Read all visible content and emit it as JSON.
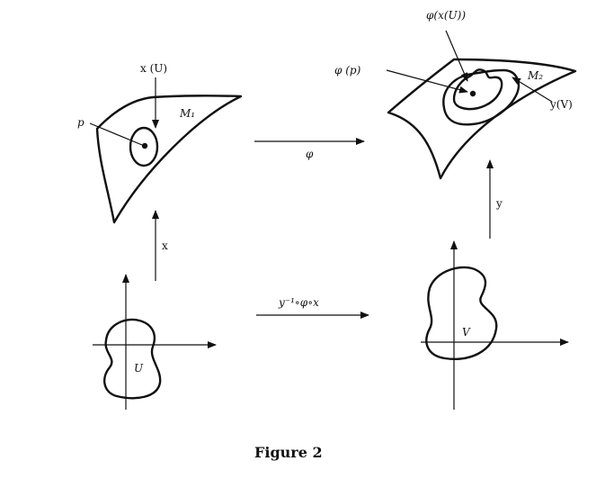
{
  "labels": {
    "x_of_U": "x (U)",
    "p": "p",
    "M1": "M₁",
    "phi": "φ",
    "x_map": "x",
    "U": "U",
    "transition": "y⁻¹∘φ∘x",
    "phi_x_U": "φ(x(U))",
    "phi_p": "φ (p)",
    "M2": "M₂",
    "y_of_V": "y(V)",
    "y_map": "y",
    "V": "V"
  },
  "caption": "Figure 2"
}
